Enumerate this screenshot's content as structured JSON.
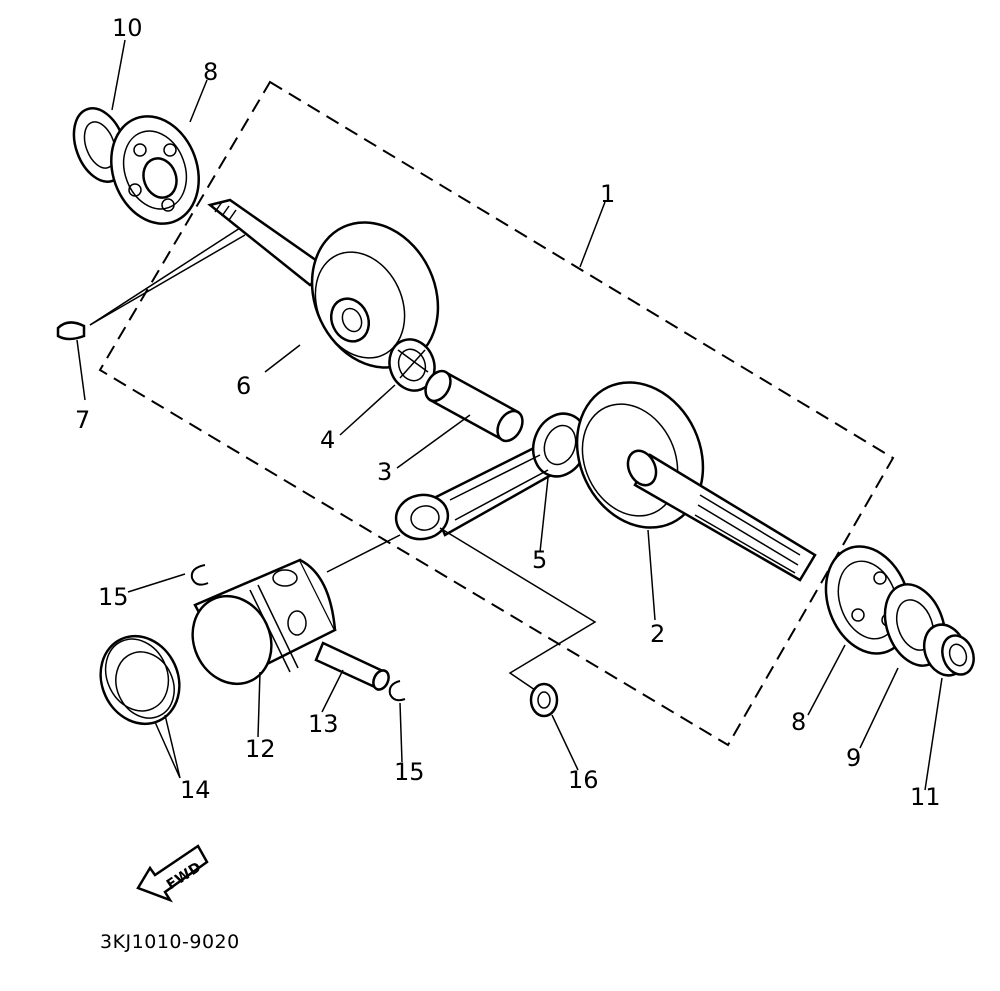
{
  "diagram": {
    "part_number": "3KJ1010-9020",
    "fwd_label": "FWD",
    "callouts": {
      "c1": "1",
      "c2": "2",
      "c3": "3",
      "c4": "4",
      "c5": "5",
      "c6": "6",
      "c7": "7",
      "c8a": "8",
      "c8b": "8",
      "c9": "9",
      "c10": "10",
      "c11": "11",
      "c12": "12",
      "c13": "13",
      "c14": "14",
      "c15a": "15",
      "c15b": "15",
      "c16": "16"
    }
  }
}
